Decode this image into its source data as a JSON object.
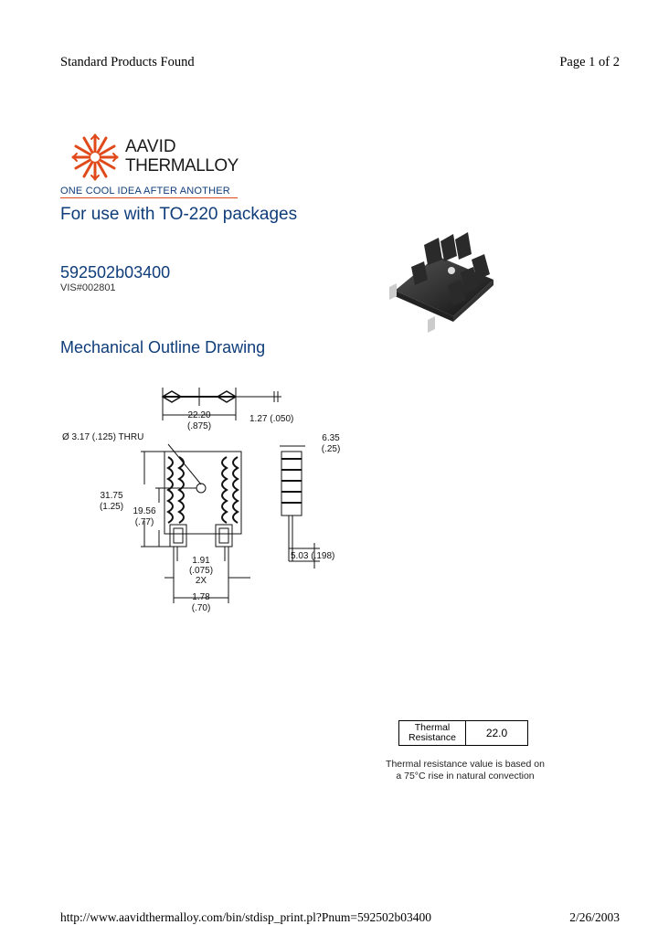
{
  "header": {
    "left": "Standard Products Found",
    "right": "Page 1 of 2"
  },
  "logo": {
    "line1": "AAVID",
    "line2": "THERMALLOY",
    "tagline": "ONE COOL IDEA AFTER ANOTHER",
    "accent": "#e04a1a"
  },
  "product": {
    "title": "For use with TO-220 packages",
    "part_number": "592502b03400",
    "vis": "VIS#002801"
  },
  "drawing": {
    "section_title": "Mechanical Outline Drawing",
    "labels": {
      "width_mm": "22.20",
      "width_in": "(.875)",
      "thick_mm": "1.27 (.050)",
      "hole": "Ø 3.17 (.125) THRU",
      "height_mm": "31.75",
      "height_in": "(1.25)",
      "hole_pos_mm": "19.56",
      "hole_pos_in": "(.77)",
      "side_mm": "6.35",
      "side_in": "(.25)",
      "pin_w_mm": "1.91",
      "pin_w_in": "(.075)",
      "pin_count": "2X",
      "pin_sp_mm": "1.78",
      "pin_sp_in": "(.70)",
      "pin_len": "5.03 (.198)"
    }
  },
  "thermal": {
    "label": "Thermal Resistance",
    "value": "22.0",
    "note": "Thermal resistance value is based on a 75°C rise in natural convection"
  },
  "footer": {
    "url": "http://www.aavidthermalloy.com/bin/stdisp_print.pl?Pnum=592502b03400",
    "date": "2/26/2003"
  },
  "colors": {
    "heading_blue": "#0f3d7a",
    "logo_orange": "#e04a1a"
  }
}
